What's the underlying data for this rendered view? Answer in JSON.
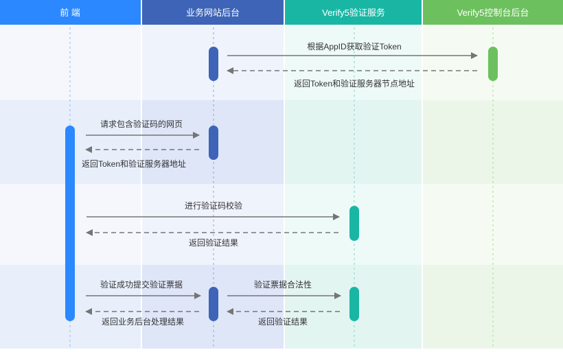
{
  "lanes": [
    {
      "label": "前 端",
      "color": "#2b88ff"
    },
    {
      "label": "业务网站后台",
      "color": "#3d64b6"
    },
    {
      "label": "Verify5验证服务",
      "color": "#1ab6a4"
    },
    {
      "label": "Verify5控制台后台",
      "color": "#6dc05e"
    }
  ],
  "messages": [
    {
      "label": "根据AppID获取验证Token"
    },
    {
      "label": "返回Token和验证服务器节点地址"
    },
    {
      "label": "请求包含验证码的网页"
    },
    {
      "label": "返回Token和验证服务器地址"
    },
    {
      "label": "进行验证码校验"
    },
    {
      "label": "返回验证结果"
    },
    {
      "label": "验证成功提交验证票据"
    },
    {
      "label": "返回业务后台处理结果"
    },
    {
      "label": "验证票据合法性"
    },
    {
      "label": "返回验证结果"
    }
  ],
  "colors": {
    "arrow": "#757575",
    "frontend": "#2b88ff",
    "backend": "#3d64b6",
    "verify": "#1ab6a4",
    "console": "#6dc05e"
  }
}
